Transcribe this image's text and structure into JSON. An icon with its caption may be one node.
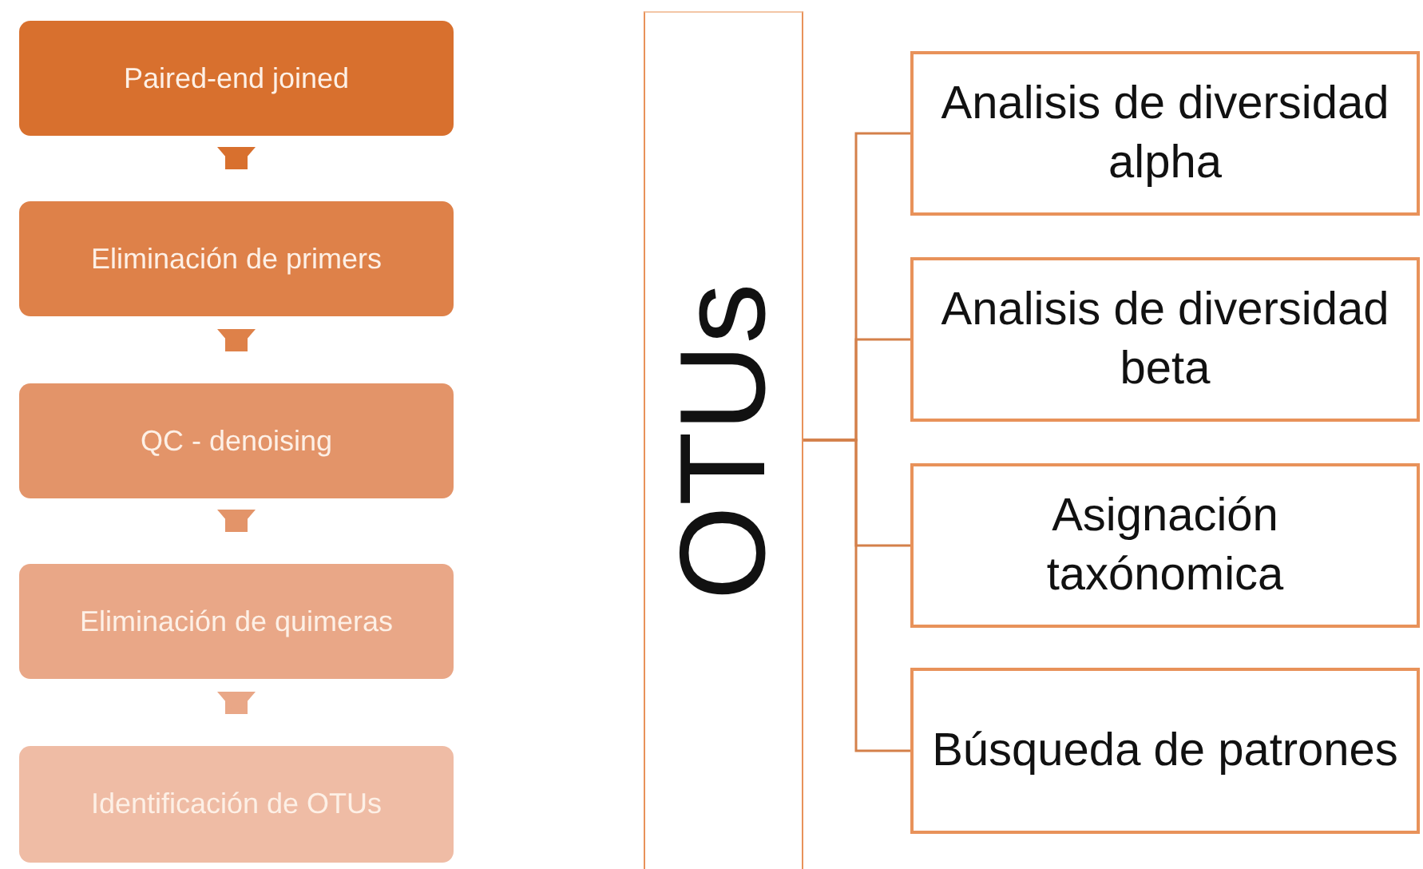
{
  "diagram": {
    "nodes": [
      {
        "text": [
          "Paired-end joined"
        ]
      },
      {
        "text": [
          "Eliminación de primers"
        ]
      },
      {
        "text": [
          "QC - denoising"
        ]
      },
      {
        "text": [
          "Eliminación de quimeras"
        ]
      },
      {
        "text": [
          "Identificación de OTUs"
        ]
      },
      {
        "text": [
          "OTUs"
        ]
      },
      {
        "text": [
          "Analisis de diversidad alpha"
        ]
      },
      {
        "text": [
          "Analisis de diversidad beta"
        ]
      },
      {
        "text": [
          "Asignación taxónomica"
        ]
      },
      {
        "text": [
          "Búsqueda de patrones"
        ]
      }
    ],
    "edges": [
      {
        "from": 0,
        "to": 1,
        "arrow": "to",
        "style": "thick"
      },
      {
        "from": 1,
        "to": 2,
        "arrow": "to",
        "style": "thick"
      },
      {
        "from": 2,
        "to": 3,
        "arrow": "to",
        "style": "thick"
      },
      {
        "from": 3,
        "to": 4,
        "arrow": "to",
        "style": "thick"
      },
      {
        "from": 5,
        "to": 6,
        "arrow": "none"
      },
      {
        "from": 5,
        "to": 7,
        "arrow": "none"
      },
      {
        "from": 5,
        "to": 8,
        "arrow": "none"
      },
      {
        "from": 5,
        "to": 9,
        "arrow": "none"
      }
    ]
  }
}
